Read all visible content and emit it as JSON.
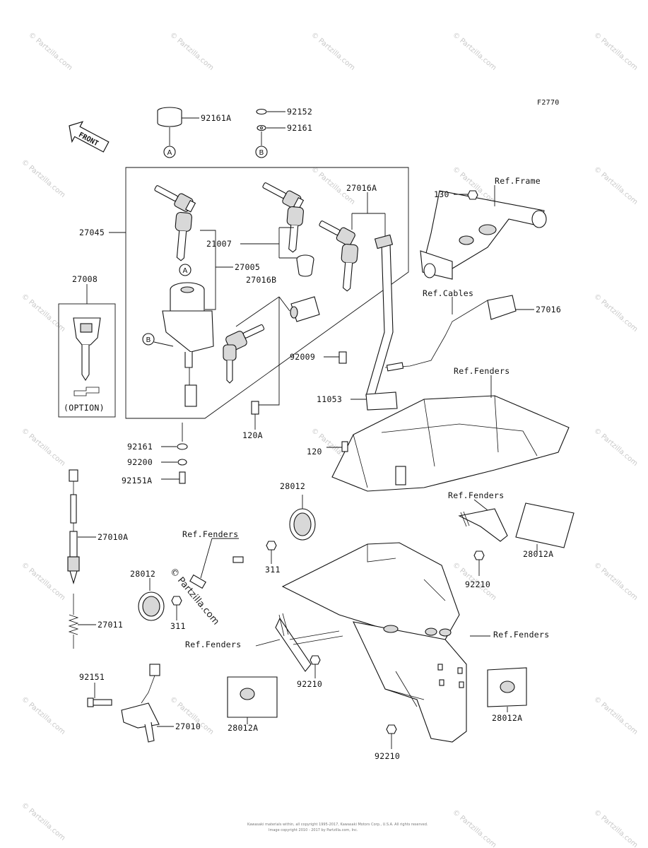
{
  "figure_code": "F2770",
  "front_label": "FRONT",
  "option_label": "(OPTION)",
  "watermark_text": "© Partzilla.com",
  "center_watermark_text": "© Partzilla.com",
  "footer_line1": "Kawasaki materials within, all copyright 1995-2017, Kawasaki Motors Corp., U.S.A. All rights reserved.",
  "footer_line2": "Image copyright 2010 - 2017 by Partzilla.com, Inc.",
  "circle_markers": {
    "a_top": "A",
    "b_top": "B",
    "a_switch": "A",
    "b_switch": "B"
  },
  "labels": {
    "p92161A": "92161A",
    "p92152": "92152",
    "p92161_top": "92161",
    "p27045": "27045",
    "p27016A": "27016A",
    "ref_frame": "Ref.Frame",
    "p130": "130",
    "p21007": "21007",
    "p27005": "27005",
    "p27008": "27008",
    "p27016B": "27016B",
    "ref_cables": "Ref.Cables",
    "p27016": "27016",
    "p92009": "92009",
    "ref_fenders_1": "Ref.Fenders",
    "p11053": "11053",
    "p120A": "120A",
    "p120": "120",
    "p92161_mid": "92161",
    "p92200": "92200",
    "p92151A": "92151A",
    "p28012_top": "28012",
    "ref_fenders_2": "Ref.Fenders",
    "p27010A": "27010A",
    "ref_fenders_3": "Ref.Fenders",
    "p28012A_right": "28012A",
    "p311_a": "311",
    "p28012_left": "28012",
    "p92210_right": "92210",
    "p27011": "27011",
    "p311_b": "311",
    "ref_fenders_4": "Ref.Fenders",
    "ref_fenders_5": "Ref.Fenders",
    "p92151": "92151",
    "p92210_mid": "92210",
    "p27010": "27010",
    "p28012A_left": "28012A",
    "p28012A_lower": "28012A",
    "p92210_bottom": "92210"
  }
}
